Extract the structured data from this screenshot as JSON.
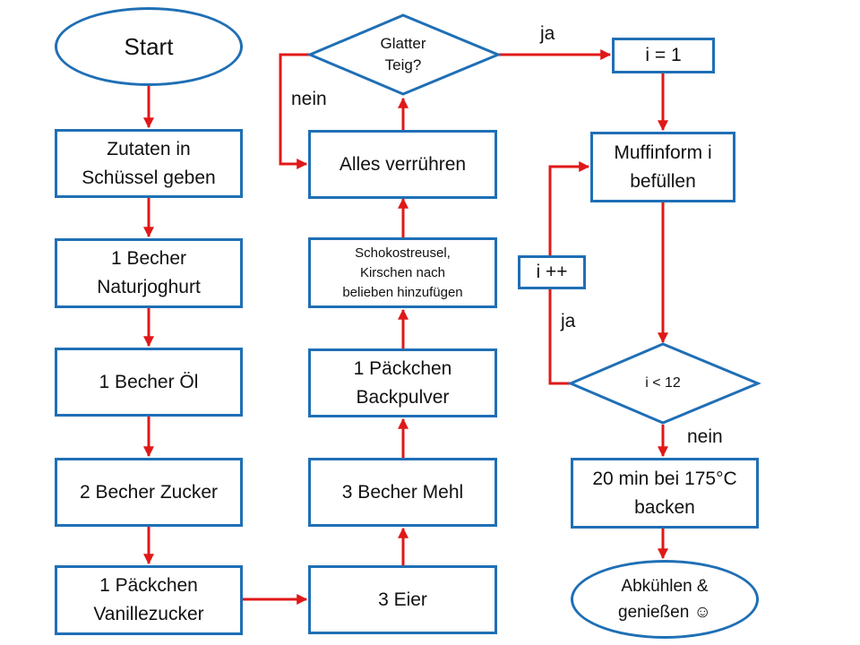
{
  "colors": {
    "border": "#1f6fb5",
    "arrow": "#e01818",
    "text": "#111111",
    "background": "#ffffff"
  },
  "nodes": {
    "start": "Start",
    "zutaten": "Zutaten in\nSchüssel geben",
    "joghurt": "1 Becher\nNaturjoghurt",
    "oel": "1 Becher Öl",
    "zucker": "2 Becher Zucker",
    "vanille": "1 Päckchen\nVanillezucker",
    "eier": "3 Eier",
    "mehl": "3 Becher Mehl",
    "backpulver": "1 Päckchen\nBackpulver",
    "schoko": "Schokostreusel,\nKirschen nach\nbelieben hinzufügen",
    "verruehren": "Alles verrühren",
    "glatt": "Glatter\nTeig?",
    "i_eins": "i = 1",
    "muffin": "Muffinform i\nbefüllen",
    "i_plus": "i ++",
    "i_kleiner": "i < 12",
    "backen": "20 min bei 175°C\nbacken",
    "abkuehlen": "Abkühlen &\ngenießen ☺"
  },
  "labels": {
    "glatt_ja": "ja",
    "glatt_nein": "nein",
    "loop_ja": "ja",
    "loop_nein": "nein"
  }
}
